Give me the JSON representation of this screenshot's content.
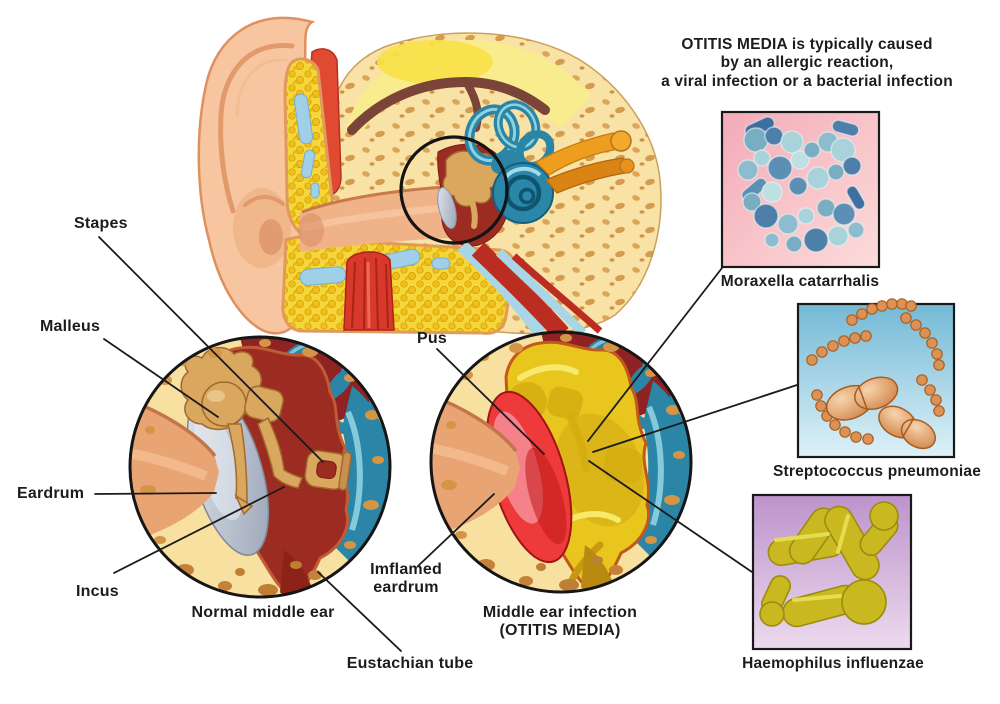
{
  "title": "Otitis media medical illustration",
  "header": {
    "line1": "OTITIS MEDIA is typically caused",
    "line2": "by an allergic reaction,",
    "line3": "a viral infection or a bacterial infection"
  },
  "anatomy_labels": {
    "stapes": "Stapes",
    "malleus": "Malleus",
    "eardrum": "Eardrum",
    "incus": "Incus",
    "pus": "Pus",
    "inflamed_eardrum": [
      "Imflamed",
      "eardrum"
    ],
    "eustachian_tube": "Eustachian tube"
  },
  "captions": {
    "normal_ear": "Normal middle ear",
    "infected_ear": [
      "Middle ear infection",
      "(OTITIS MEDIA)"
    ]
  },
  "bacteria_panels": [
    {
      "name": "Moraxella catarrhalis",
      "bg_top": "#f3aab8",
      "bg_bottom": "#fcdcda",
      "organism_color": "#5d8fb5"
    },
    {
      "name": "Streptococcus pneumoniae",
      "bg_top": "#74b9d6",
      "bg_bottom": "#ddf1f8",
      "organism_color": "#d98f53"
    },
    {
      "name": "Haemophilus influenzae",
      "bg_top": "#bd93cb",
      "bg_bottom": "#ecdaee",
      "organism_color": "#c8b71f"
    }
  ],
  "colors": {
    "background": "#ffffff",
    "line": "#1c1c1c",
    "bone": "#f7e0a0",
    "skin": "#f6c69e",
    "middle_ear_cavity": "#9c2b21",
    "pus_fill": "#e8c61e",
    "inflamed_eardrum_fill": "#ee3a3a",
    "normal_eardrum_fill": "#b9c3d1",
    "cochlea": "#2a85a6"
  }
}
